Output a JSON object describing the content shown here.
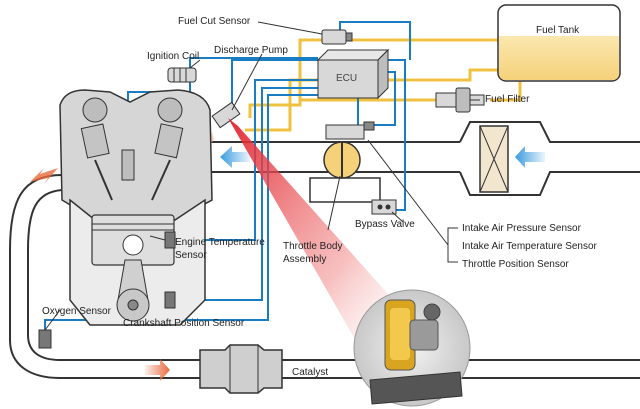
{
  "labels": {
    "fuel_cut_sensor": "Fuel Cut Sensor",
    "fuel_tank": "Fuel Tank",
    "ignition_coil": "Ignition Coil",
    "discharge_pump": "Discharge Pump",
    "ecu": "ECU",
    "fuel_filter": "Fuel Filter",
    "bypass_valve": "Bypass Valve",
    "engine_temperature_sensor": "Engine Temperature Sensor",
    "throttle_body_assembly": "Throttle Body Assembly",
    "intake_air_pressure_sensor": "Intake Air Pressure Sensor",
    "intake_air_temperature_sensor": "Intake Air Temperature Sensor",
    "throttle_position_sensor": "Throttle Position Sensor",
    "oxygen_sensor": "Oxygen Sensor",
    "crankshaft_position_sensor": "Crankshaft Position Sensor",
    "catalyst": "Catalyst"
  },
  "colors": {
    "signal_wire": "#1a7dc4",
    "fuel_line": "#f0c040",
    "component_fill": "#d8d8d8",
    "component_stroke": "#333333",
    "intake_arrow": "#3a9be0",
    "exhaust_arrow": "#e86a3c",
    "callout_highlight": "#e0202a"
  }
}
